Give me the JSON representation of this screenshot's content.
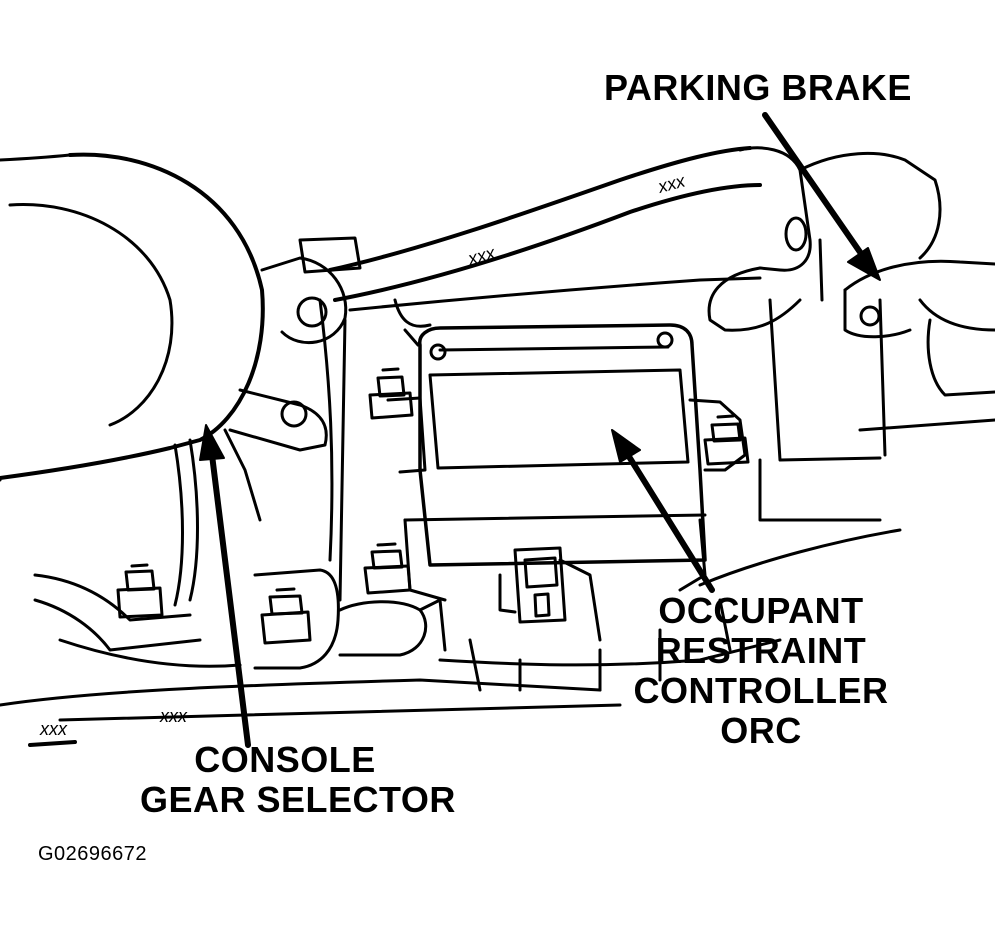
{
  "callouts": {
    "parking_brake": "PARKING BRAKE",
    "orc": {
      "line1": "OCCUPANT",
      "line2": "RESTRAINT",
      "line3": "CONTROLLER",
      "line4": "ORC"
    },
    "console": {
      "line1": "CONSOLE",
      "line2": "GEAR SELECTOR"
    }
  },
  "wiring_marks": [
    "xxx",
    "xxx",
    "xxx",
    "xxx"
  ],
  "figure_id": "G02696672",
  "colors": {
    "ink": "#000000",
    "paper": "#ffffff"
  }
}
